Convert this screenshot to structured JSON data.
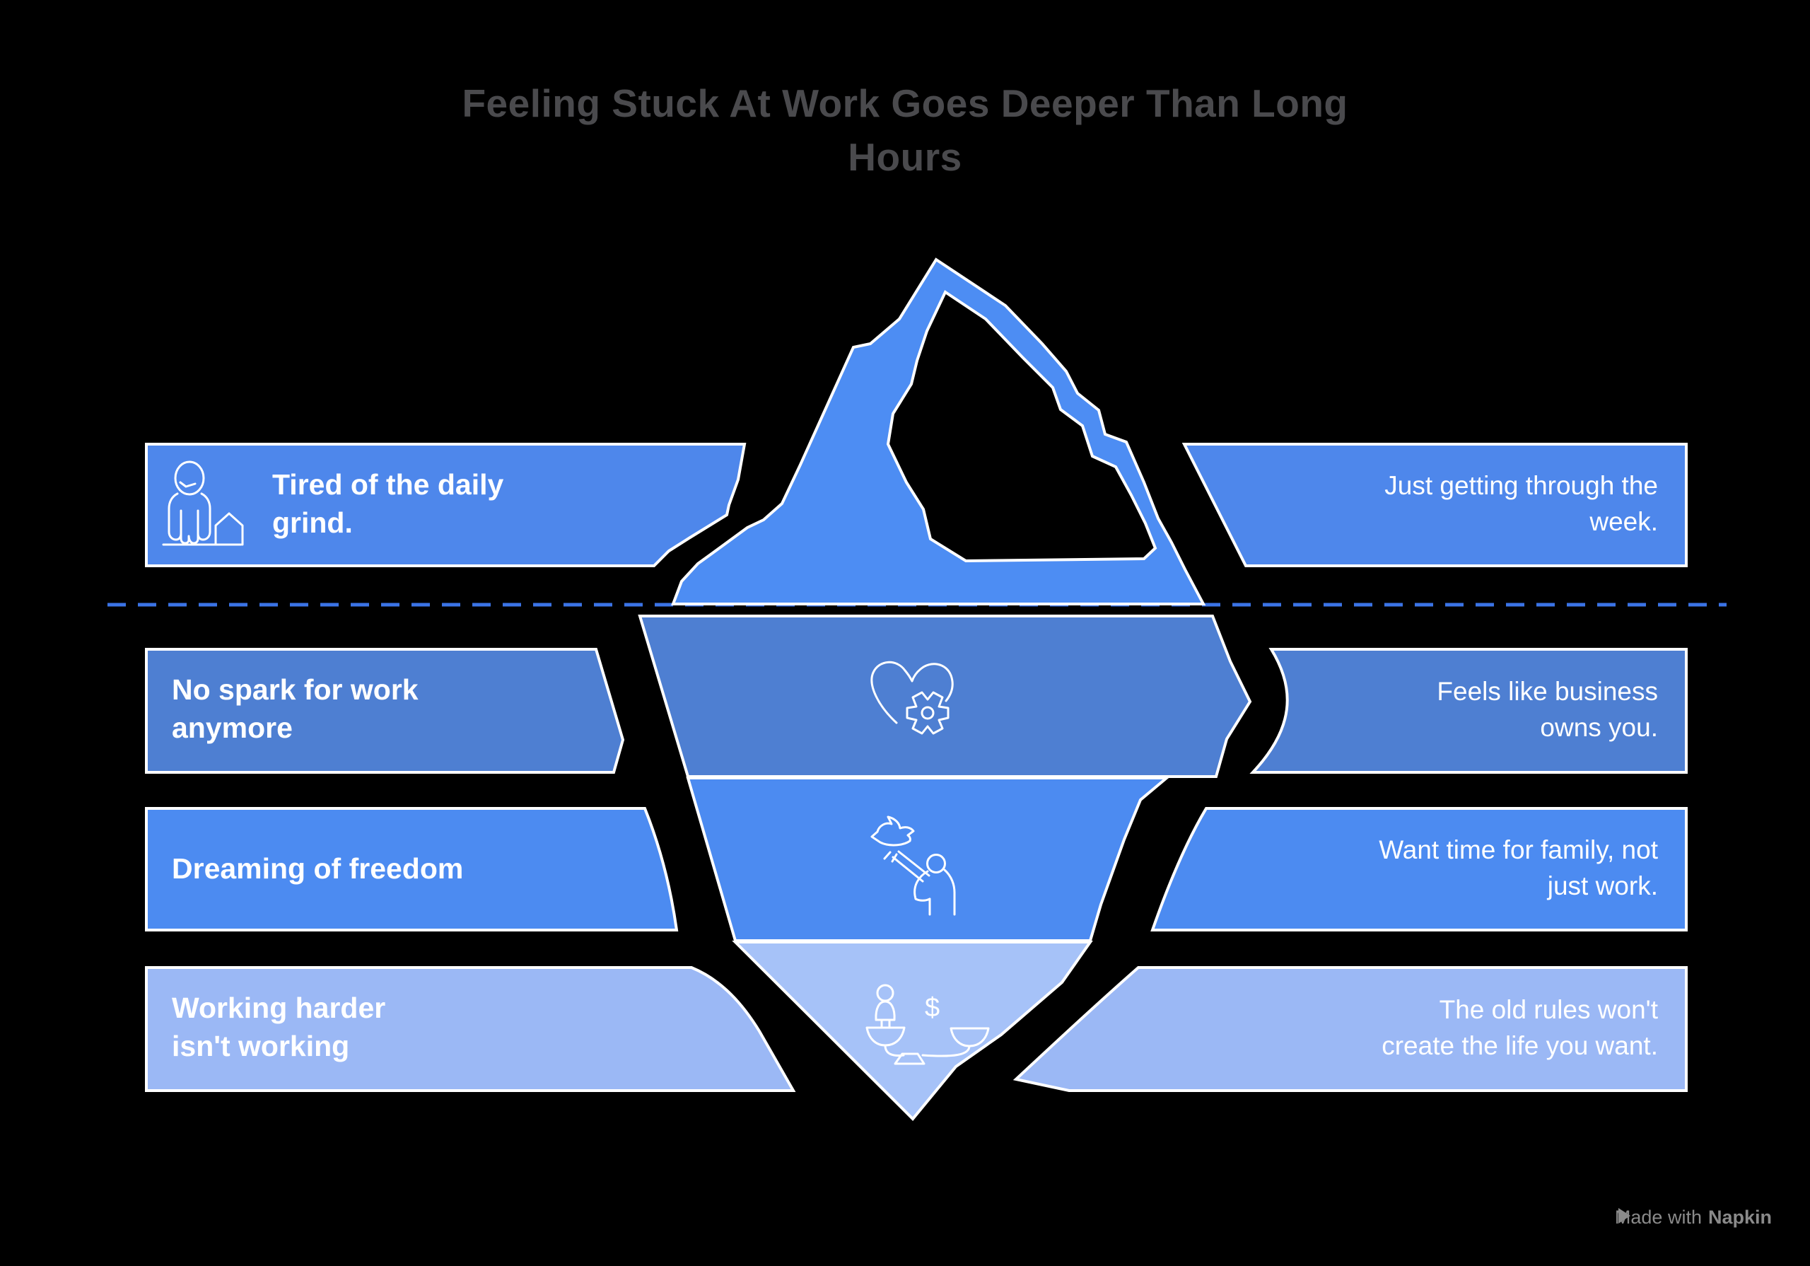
{
  "title": {
    "lines": [
      "Feeling Stuck At Work Goes Deeper Than Long",
      "Hours"
    ]
  },
  "banners": {
    "left": [
      {
        "lines": [
          "Tired of the daily",
          "grind."
        ]
      },
      {
        "lines": [
          "No spark for work",
          "anymore"
        ]
      },
      {
        "lines": [
          "Dreaming of freedom"
        ]
      },
      {
        "lines": [
          "Working harder",
          "isn't working"
        ]
      }
    ],
    "right": [
      {
        "lines": [
          "Just getting through the",
          "week."
        ]
      },
      {
        "lines": [
          "Feels like business",
          "owns you."
        ]
      },
      {
        "lines": [
          "Want time for family, not",
          "just work."
        ]
      },
      {
        "lines": [
          "The old rules won't",
          "create the life you want."
        ]
      }
    ]
  },
  "icons": {
    "banner_left_1": "tired-person-with-house-icon",
    "layer_1": "heart-gear-icon",
    "layer_2": "dove-release-icon",
    "layer_3": "balance-person-money-icon",
    "layer_3_symbol": "$",
    "watermark": "napkin-logo-icon"
  },
  "watermark": {
    "prefix": "Made with",
    "brand": "Napkin"
  },
  "colors": {
    "background": "#000000",
    "title": "#4A4A4D",
    "row1": "#4E87EB",
    "row2": "#4E7FD2",
    "row3": "#4C8BF1",
    "row4": "#9BB8F5",
    "iceberg_above": "#4D8DF3",
    "iceberg_tip": "#A6C2F8",
    "waterline": "#3B74E6",
    "outline": "#FFFFFF",
    "text": "#FFFFFF",
    "watermark": "#8A8A8A"
  }
}
